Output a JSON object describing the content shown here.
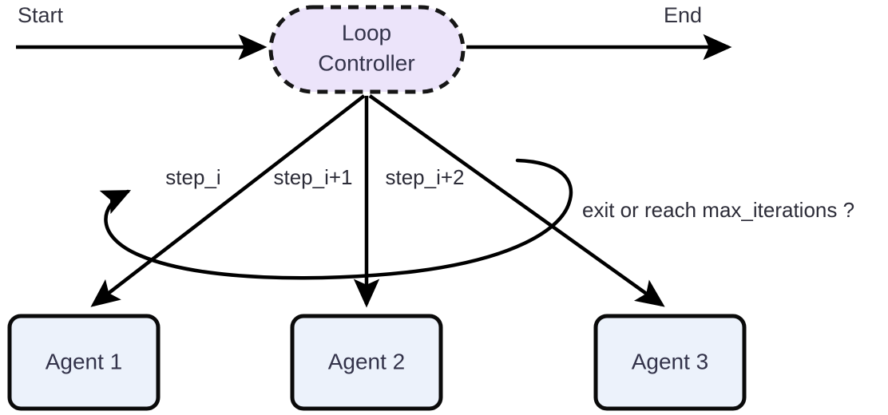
{
  "diagram": {
    "title": "Loop Controller agent orchestration flow",
    "background_color": "#ffffff",
    "stroke_color": "#000000",
    "text_color": "#2b2b38",
    "terminals": [
      {
        "id": "start",
        "label": "Start"
      },
      {
        "id": "end",
        "label": "End"
      }
    ],
    "nodes": [
      {
        "id": "loop-controller",
        "label_line_1": "Loop",
        "label_line_2": "Controller",
        "shape": "stadium",
        "fill": "#ece4fa",
        "border": "dashed"
      },
      {
        "id": "agent-1",
        "label": "Agent 1",
        "shape": "rounded-rect",
        "fill": "#ecf2fb",
        "border": "solid"
      },
      {
        "id": "agent-2",
        "label": "Agent 2",
        "shape": "rounded-rect",
        "fill": "#ecf2fb",
        "border": "solid"
      },
      {
        "id": "agent-3",
        "label": "Agent 3",
        "shape": "rounded-rect",
        "fill": "#ecf2fb",
        "border": "solid"
      }
    ],
    "edges": [
      {
        "id": "start-to-controller",
        "label": "",
        "from": "start",
        "to": "loop-controller"
      },
      {
        "id": "controller-to-end",
        "label": "",
        "from": "loop-controller",
        "to": "end"
      },
      {
        "id": "controller-to-agent-1",
        "label": "step_i",
        "from": "loop-controller",
        "to": "agent-1"
      },
      {
        "id": "controller-to-agent-2",
        "label": "step_i+1",
        "from": "loop-controller",
        "to": "agent-2"
      },
      {
        "id": "controller-to-agent-3",
        "label": "step_i+2",
        "from": "loop-controller",
        "to": "agent-3"
      },
      {
        "id": "feedback-loop",
        "label": "exit or reach max_iterations ?",
        "from": "agents",
        "to": "loop-controller"
      }
    ]
  }
}
